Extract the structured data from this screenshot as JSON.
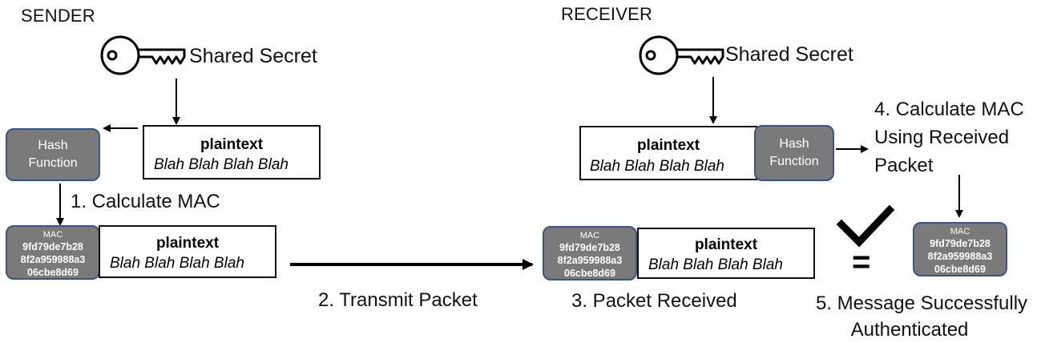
{
  "sender": {
    "heading": "SENDER",
    "key_label": "Shared Secret",
    "hash_line1": "Hash",
    "hash_line2": "Function",
    "plaintext_title": "plaintext",
    "plaintext_body": "Blah Blah Blah Blah",
    "step1": "1. Calculate MAC",
    "packet": {
      "mac_title": "MAC",
      "mac_lines": [
        "9fd79de7b28",
        "8f2a959988a3",
        "06cbe8d69"
      ],
      "plaintext_title": "plaintext",
      "plaintext_body": "Blah Blah Blah Blah"
    }
  },
  "transmit": {
    "label": "2. Transmit Packet"
  },
  "receiver": {
    "heading": "RECEIVER",
    "key_label": "Shared Secret",
    "plaintext_title": "plaintext",
    "plaintext_body": "Blah Blah Blah Blah",
    "hash_line1": "Hash",
    "hash_line2": "Function",
    "step4": [
      "4. Calculate MAC",
      "Using Received",
      "Packet"
    ],
    "packet": {
      "mac_title": "MAC",
      "mac_lines": [
        "9fd79de7b28",
        "8f2a959988a3",
        "06cbe8d69"
      ],
      "plaintext_title": "plaintext",
      "plaintext_body": "Blah Blah Blah Blah"
    },
    "step3": "3. Packet Received",
    "computed_mac": {
      "mac_title": "MAC",
      "mac_lines": [
        "9fd79de7b28",
        "8f2a959988a3",
        "06cbe8d69"
      ]
    },
    "equals": "=",
    "step5": [
      "5. Message Successfully",
      "Authenticated"
    ]
  }
}
